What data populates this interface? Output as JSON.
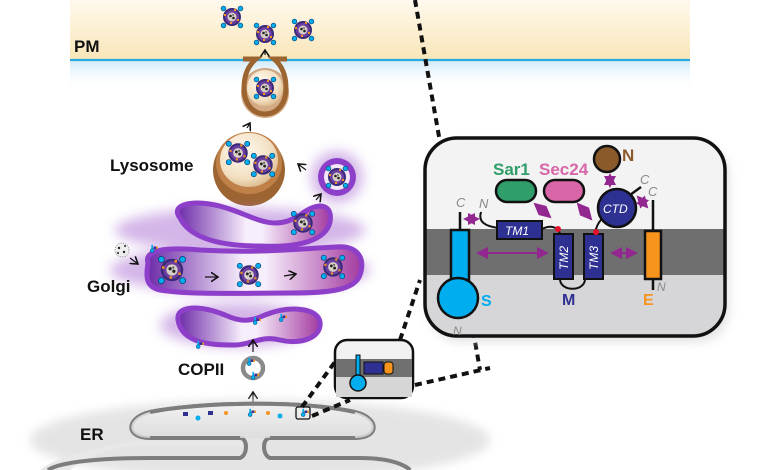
{
  "figure": {
    "subject": "Protein trafficking from ER through COPII, Golgi and Lysosome to the PM",
    "compartments": {
      "pm": "PM",
      "lysosome": "Lysosome",
      "golgi": "Golgi",
      "copii": "COPII",
      "er": "ER"
    },
    "inset": {
      "coat_proteins": {
        "sar1": "Sar1",
        "sec24": "Sec24"
      },
      "n_partner_label": "N",
      "ctd_label": "CTD",
      "tm_labels": [
        "TM1",
        "TM2",
        "TM3"
      ],
      "terminus_labels": {
        "c": "C",
        "n": "N"
      },
      "protein_labels": {
        "s": "S",
        "m": "M",
        "e": "E"
      }
    },
    "colors": {
      "s_protein": "#00aeef",
      "m_protein": "#2e3192",
      "e_protein": "#f7941d",
      "sar1": "#2f9e6a",
      "sec24": "#d966a8",
      "n_partner": "#8b5a2b",
      "interaction_arrow": "#92278f",
      "golgi": "#8e3fc9",
      "lysosome": "#9c6430",
      "pm_line": "#29abe2"
    }
  }
}
